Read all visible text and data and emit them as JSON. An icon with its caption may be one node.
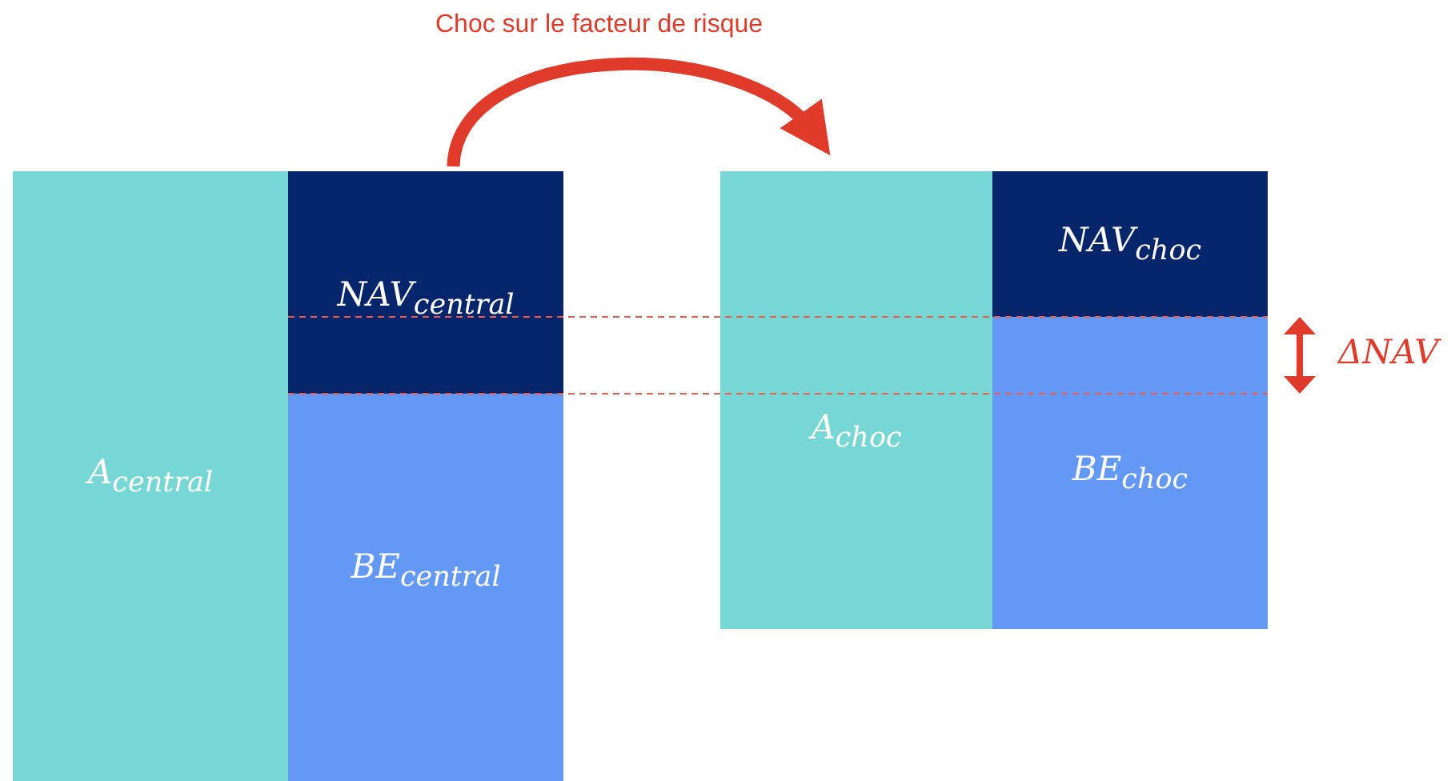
{
  "diagram": {
    "nodes": [
      {
        "text": [
          "A$_{central}$"
        ]
      },
      {
        "text": [
          "NAV$_{central}$"
        ]
      },
      {
        "text": [
          "BE$_{central}$"
        ]
      },
      {
        "text": [
          "A$_{choc}$"
        ]
      },
      {
        "text": [
          "NAV$_{choc}$"
        ]
      },
      {
        "text": [
          "BE$_{choc}$"
        ]
      }
    ],
    "edges": [
      {
        "from": 1,
        "to": 3,
        "arrow": "to",
        "label": "Choc sur le facteur de risque"
      }
    ],
    "labels": [
      "ΔNAV"
    ]
  }
}
